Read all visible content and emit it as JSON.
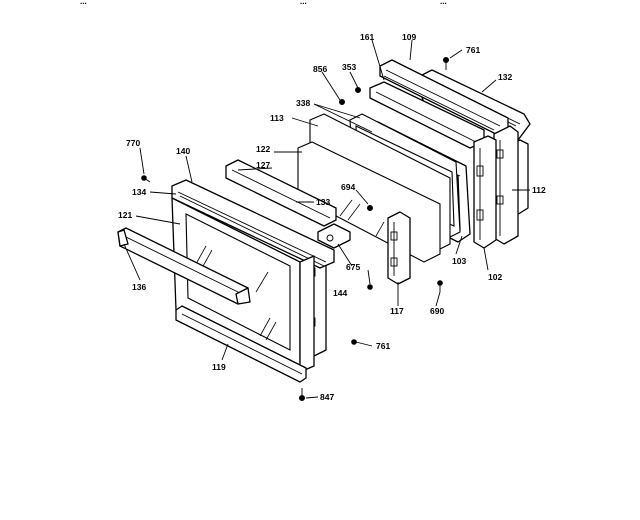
{
  "header_text": [
    "...",
    "...",
    "..."
  ],
  "labels": {
    "p161": "161",
    "p109": "109",
    "p761a": "761",
    "p856": "856",
    "p353": "353",
    "p132": "132",
    "p338": "338",
    "p113": "113",
    "p770": "770",
    "p140": "140",
    "p122": "122",
    "p127": "127",
    "p134": "134",
    "p133": "133",
    "p694": "694",
    "p112": "112",
    "p121": "121",
    "p136": "136",
    "p675": "675",
    "p144": "144",
    "p103": "103",
    "p102": "102",
    "p690": "690",
    "p117": "117",
    "p761b": "761",
    "p119": "119",
    "p847": "847"
  }
}
